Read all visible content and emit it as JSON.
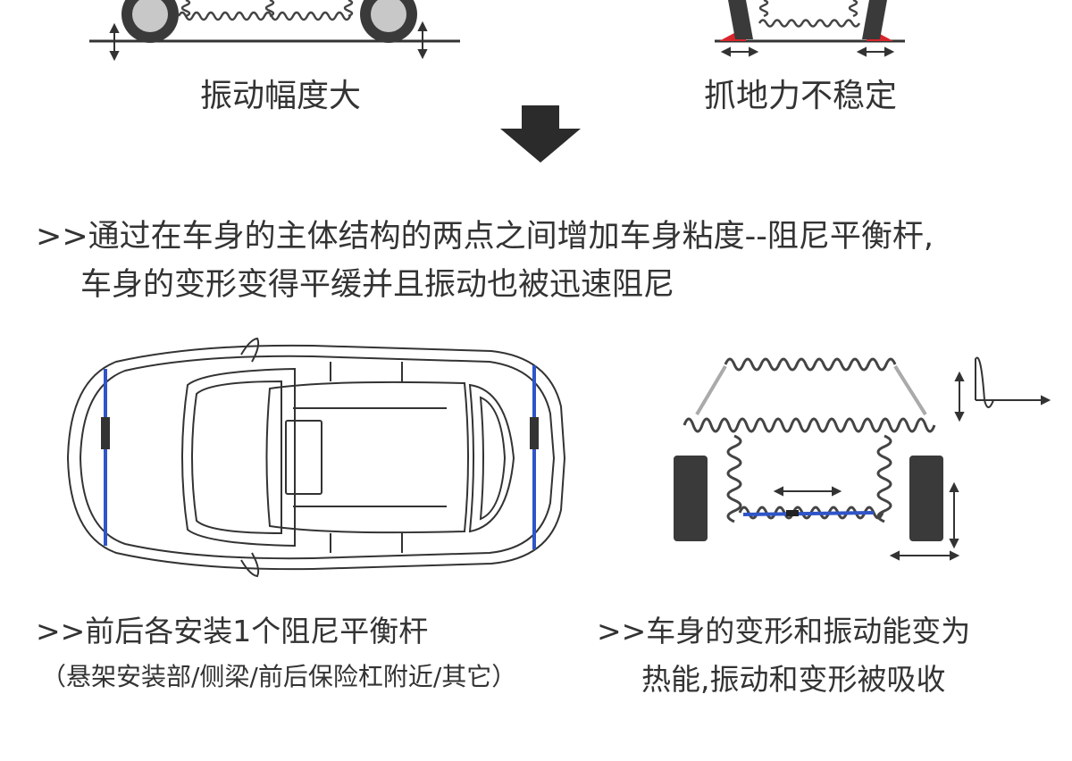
{
  "top": {
    "left_caption": "振动幅度大",
    "right_caption": "抓地力不稳定"
  },
  "description": {
    "line1": ">>通过在车身的主体结构的两点之间增加车身粘度--阻尼平衡杆,",
    "line2": "车身的变形变得平缓并且振动也被迅速阻尼"
  },
  "bottom_left": {
    "line1": ">>前后各安装1个阻尼平衡杆",
    "line2": "（悬架安装部/侧梁/前后保险杠附近/其它）"
  },
  "bottom_right": {
    "line1": ">>车身的变形和振动能变为",
    "line2": "热能,振动和变形被吸收"
  },
  "colors": {
    "text": "#333333",
    "wheel": "#3a3a3a",
    "arrow": "#2b2b2b",
    "damper": "#2f55c8",
    "red_highlight": "#d8262c"
  }
}
